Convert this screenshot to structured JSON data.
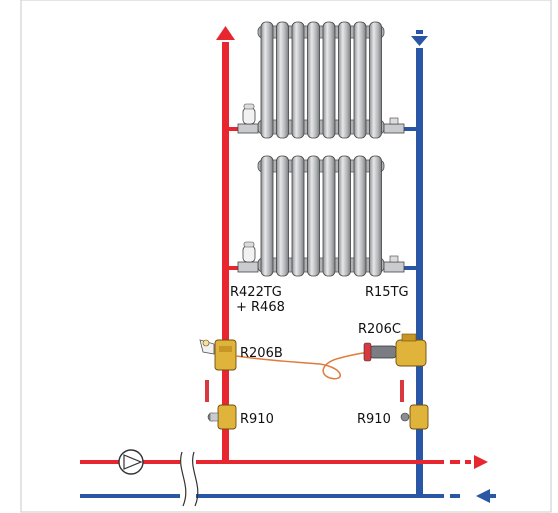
{
  "labels": {
    "supply_valve": "R422TG",
    "supply_valve_extra": "+ R468",
    "return_valve": "R15TG",
    "thermostat_valve": "R206B",
    "sensor_valve": "R206C",
    "left_ball_valve": "R910",
    "right_ball_valve": "R910"
  },
  "colors": {
    "supply": "#e8262f",
    "return": "#2a56a6",
    "radiator": "#c4c6c9",
    "brass": "#e0b43a",
    "capillary": "#e07a3a",
    "frame": "#c8c8c8"
  },
  "radiators": {
    "count": 2,
    "columns": 8
  },
  "icons": [
    "pump-icon",
    "flow-arrow-up-icon",
    "flow-arrow-down-icon",
    "flow-arrow-right-icon",
    "flow-arrow-left-icon"
  ]
}
